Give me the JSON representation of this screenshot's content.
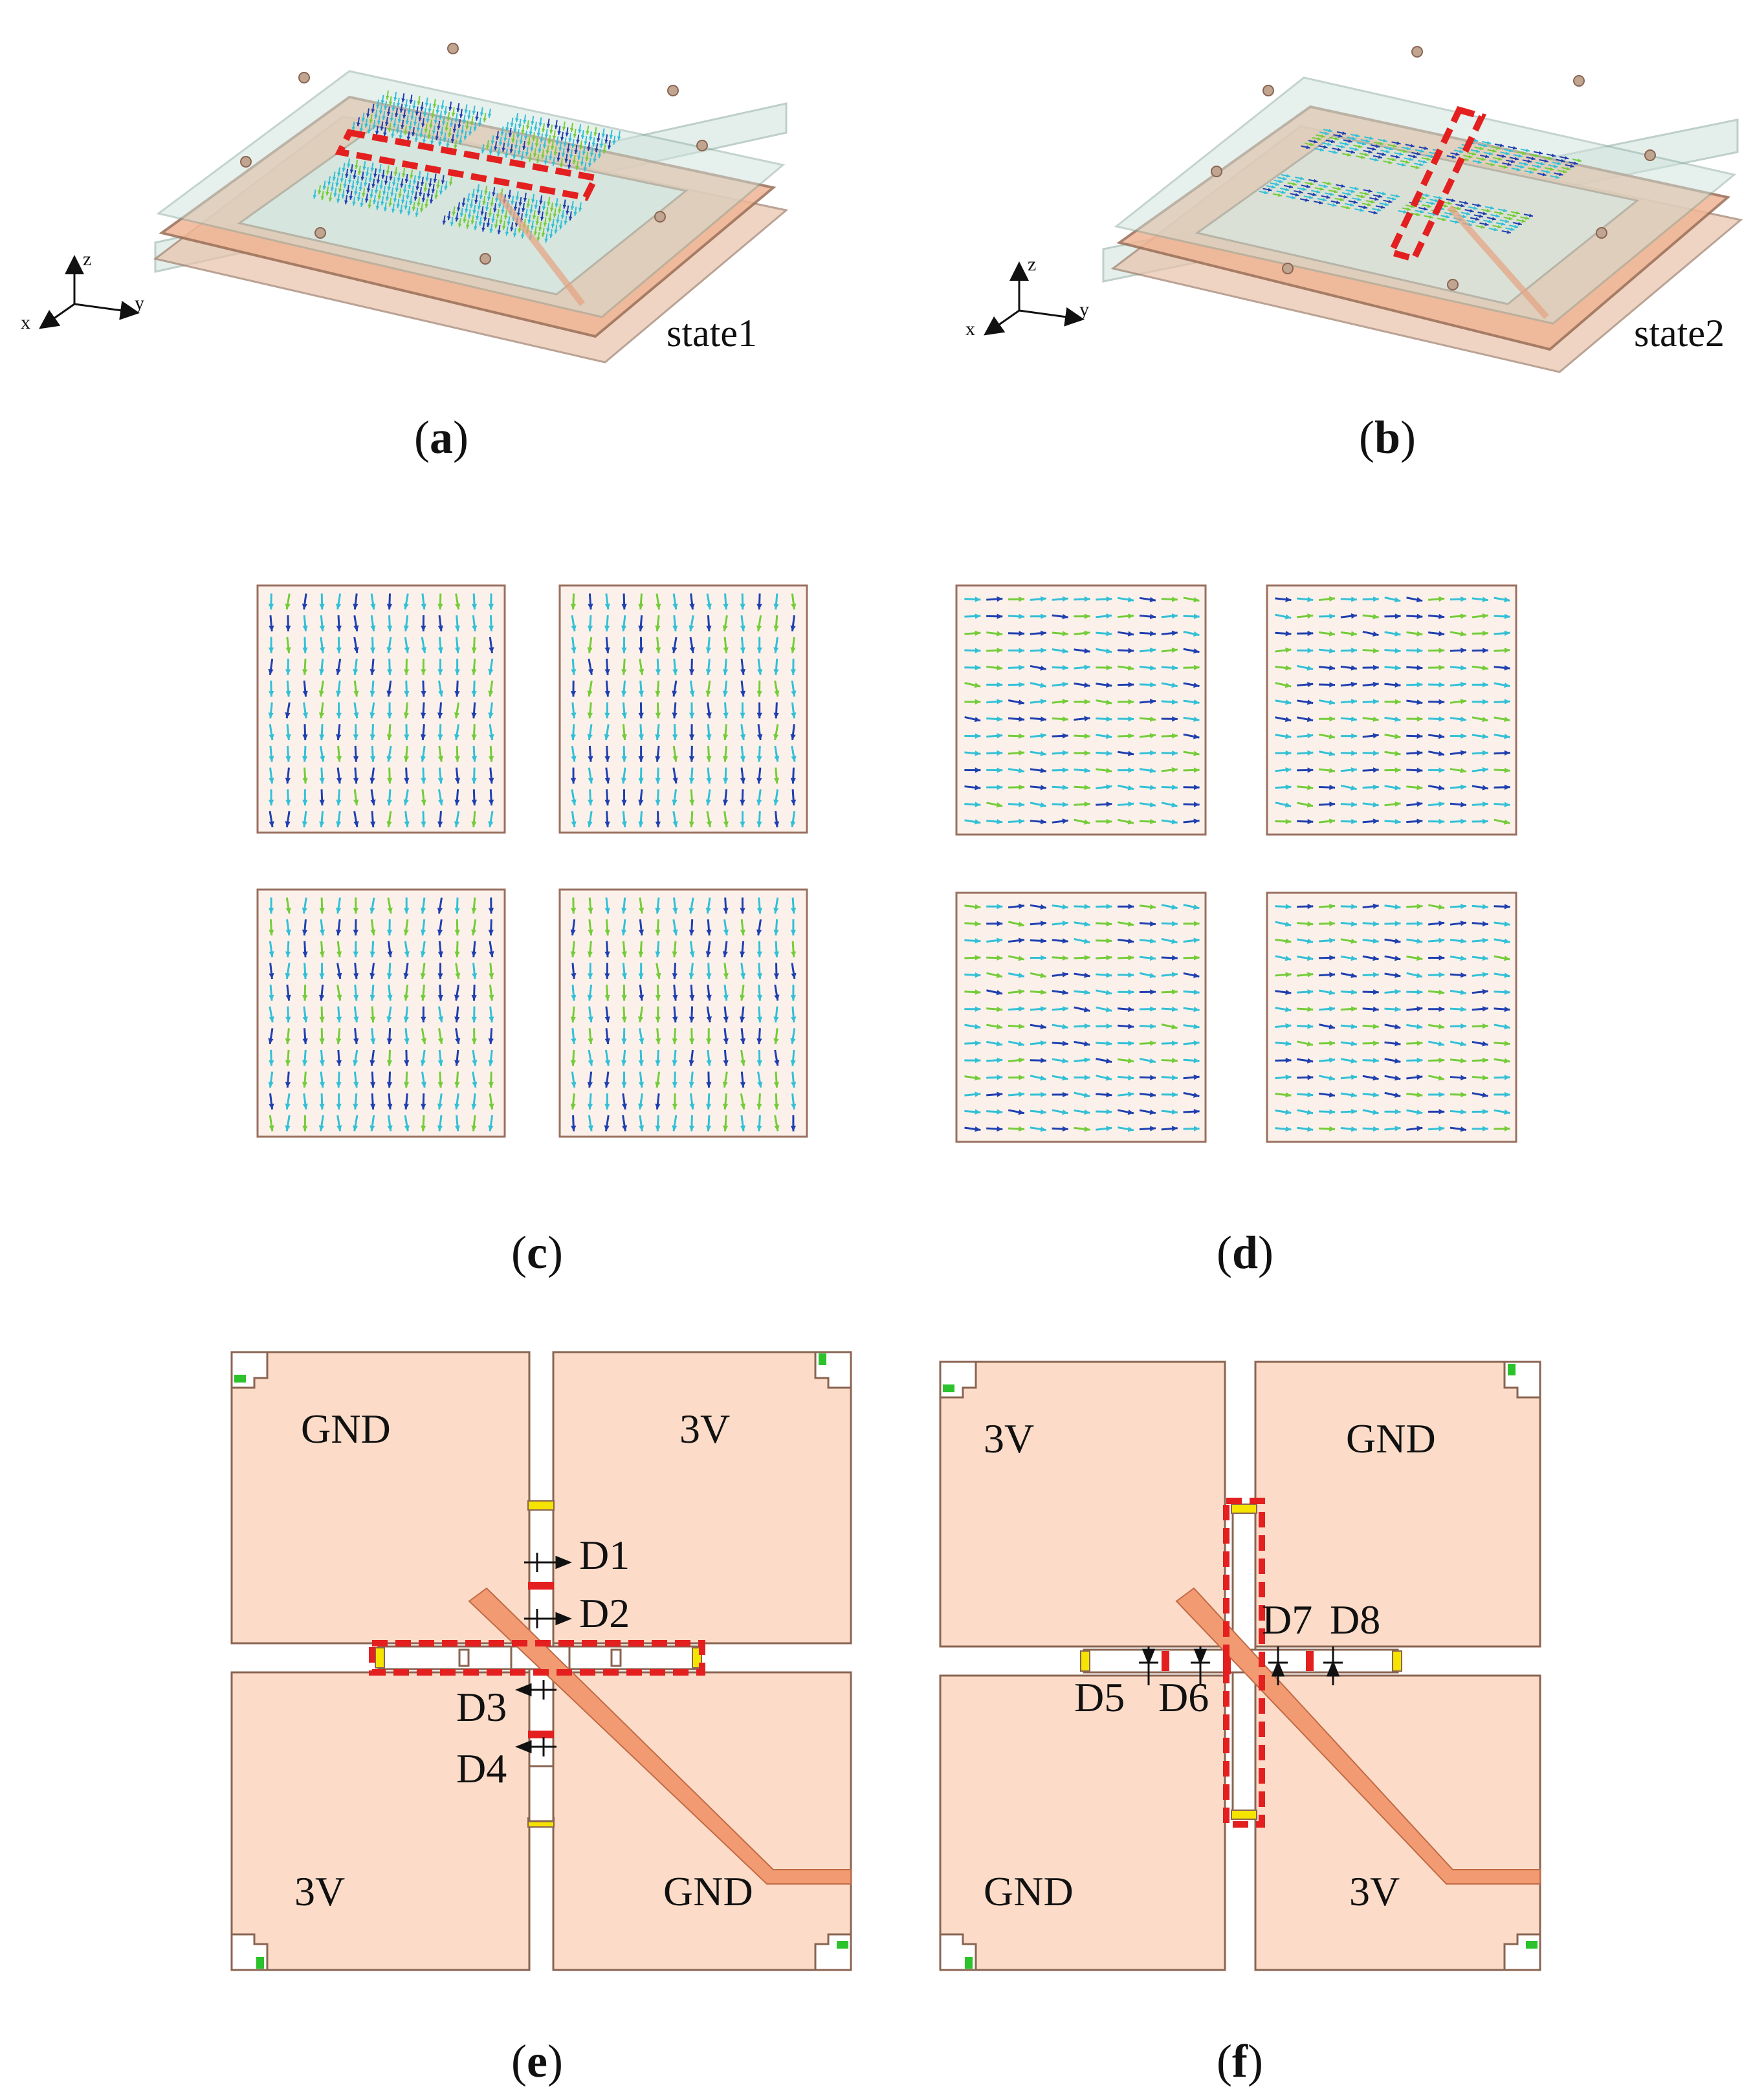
{
  "colors": {
    "copper": "#fcdcc8",
    "copper_edge": "#8a6452",
    "feed_line": "#f29b73",
    "highlight": "#e41f1f",
    "diode_on": "#e41f1f",
    "capacitor": "#f5e300",
    "via": "#2bc22b",
    "glass": "#cfe3dc",
    "arrow_low": "#1f3fb0",
    "arrow_mid": "#33c0d6",
    "arrow_high": "#74cc3a",
    "arrow_peak": "#e02020"
  },
  "panel_a": {
    "state_label": "state1",
    "caption": "a"
  },
  "panel_b": {
    "state_label": "state2",
    "caption": "b"
  },
  "panel_c": {
    "caption": "c"
  },
  "panel_d": {
    "caption": "d"
  },
  "axes_labels": {
    "x": "x",
    "y": "y",
    "z": "z"
  },
  "panel_e": {
    "caption": "e",
    "patch_labels": [
      "GND",
      "3V",
      "3V",
      "GND"
    ],
    "diodes": [
      "D1",
      "D2",
      "D3",
      "D4"
    ]
  },
  "panel_f": {
    "caption": "f",
    "patch_labels": [
      "3V",
      "GND",
      "GND",
      "3V"
    ],
    "diodes": [
      "D5",
      "D6",
      "D7",
      "D8"
    ]
  }
}
